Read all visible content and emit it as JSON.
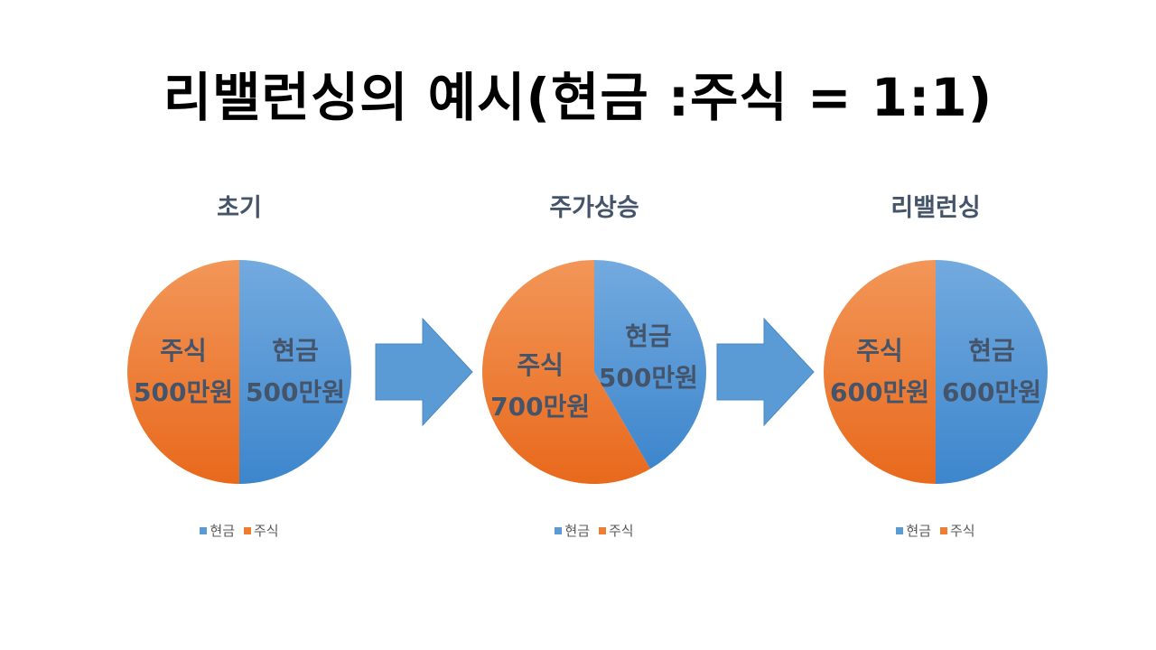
{
  "slide": {
    "title": "리밸런싱의 예시(현금 :주식 = 1:1)"
  },
  "colors": {
    "cash": "#5b9bd5",
    "stock": "#ed7d31",
    "arrow": "#5b9bd5"
  },
  "chart_data": [
    {
      "type": "pie",
      "title": "초기",
      "categories": [
        "현금",
        "주식"
      ],
      "values": [
        500,
        500
      ],
      "data_labels": [
        [
          "현금",
          "500만원"
        ],
        [
          "주식",
          "500만원"
        ]
      ],
      "legend": "bottom"
    },
    {
      "type": "pie",
      "title": "주가상승",
      "categories": [
        "현금",
        "주식"
      ],
      "values": [
        500,
        700
      ],
      "data_labels": [
        [
          "현금",
          "500만원"
        ],
        [
          "주식",
          "700만원"
        ]
      ],
      "legend": "bottom"
    },
    {
      "type": "pie",
      "title": "리밸런싱",
      "categories": [
        "현금",
        "주식"
      ],
      "values": [
        600,
        600
      ],
      "data_labels": [
        [
          "현금",
          "600만원"
        ],
        [
          "주식",
          "600만원"
        ]
      ],
      "legend": "bottom"
    }
  ]
}
